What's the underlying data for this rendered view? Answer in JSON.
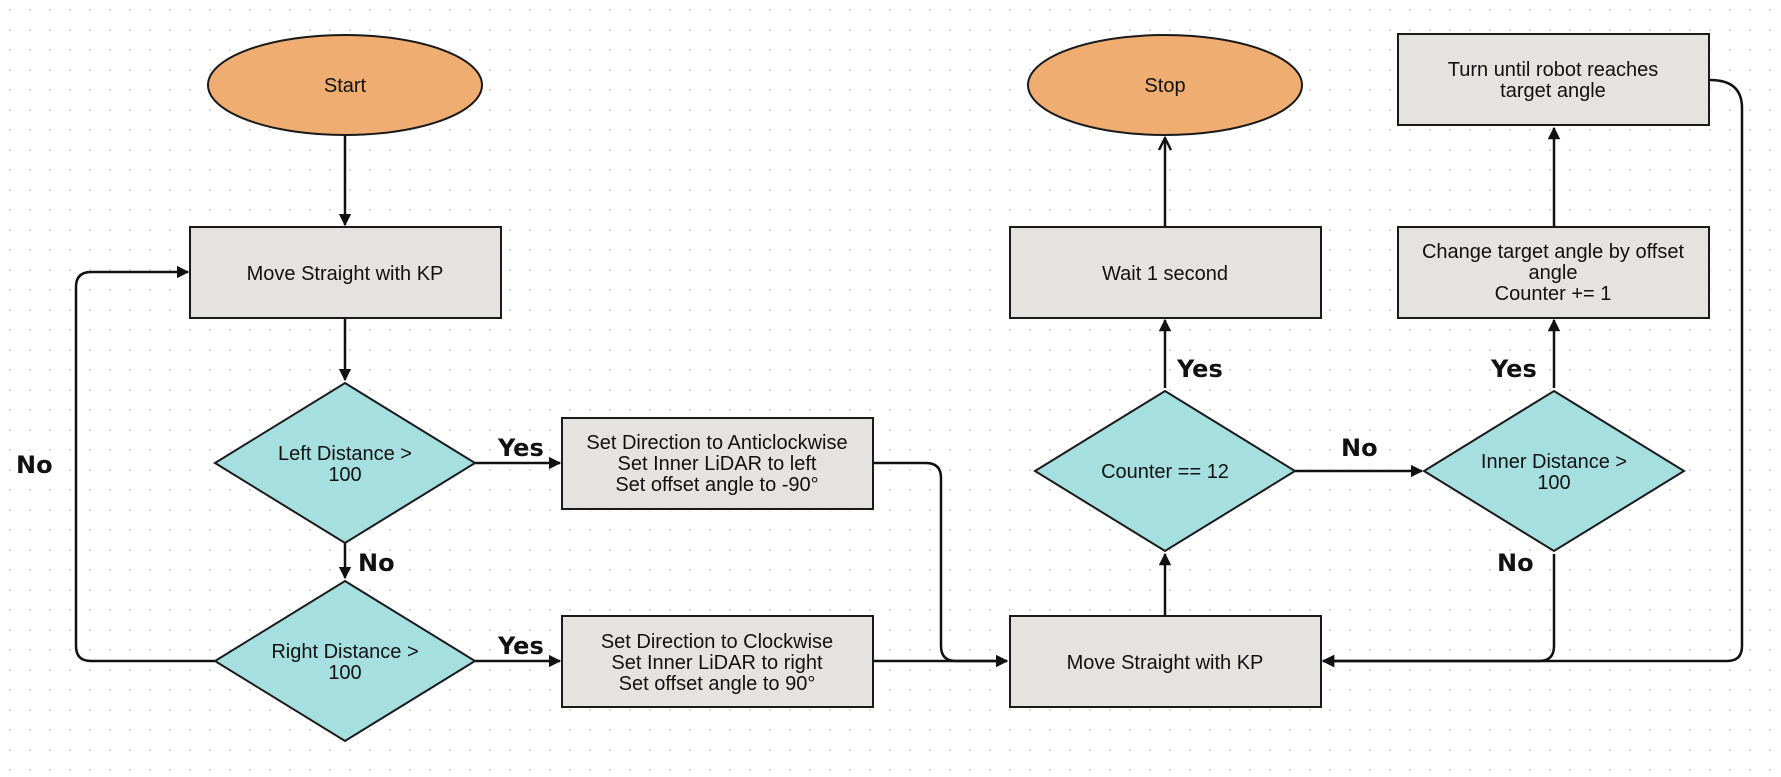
{
  "nodes": {
    "start": {
      "lines": [
        "Start"
      ]
    },
    "stop": {
      "lines": [
        "Stop"
      ]
    },
    "move_straight_1": {
      "lines": [
        "Move Straight with KP"
      ]
    },
    "left_distance": {
      "lines": [
        "Left Distance >",
        "100"
      ]
    },
    "right_distance": {
      "lines": [
        "Right Distance >",
        "100"
      ]
    },
    "set_anticlockwise": {
      "lines": [
        "Set Direction to Anticlockwise",
        "Set Inner LiDAR to left",
        "Set offset angle to -90°"
      ]
    },
    "set_clockwise": {
      "lines": [
        "Set Direction to Clockwise",
        "Set Inner LiDAR to right",
        "Set offset angle to 90°"
      ]
    },
    "move_straight_2": {
      "lines": [
        "Move Straight with KP"
      ]
    },
    "counter_check": {
      "lines": [
        "Counter == 12"
      ]
    },
    "wait": {
      "lines": [
        "Wait 1 second"
      ]
    },
    "inner_distance": {
      "lines": [
        "Inner Distance >",
        "100"
      ]
    },
    "change_target": {
      "lines": [
        "Change target angle by offset",
        "angle",
        "Counter += 1"
      ]
    },
    "turn_until": {
      "lines": [
        "Turn until robot reaches",
        "target angle"
      ]
    }
  },
  "edge_labels": {
    "loop_no": "No",
    "left_yes": "Yes",
    "left_no": "No",
    "right_yes": "Yes",
    "counter_yes": "Yes",
    "counter_no": "No",
    "inner_yes": "Yes",
    "inner_no": "No"
  },
  "colors": {
    "terminal": "#efad71",
    "process": "#e4e3e0",
    "decision": "#a6dfe0",
    "line": "#111111"
  }
}
